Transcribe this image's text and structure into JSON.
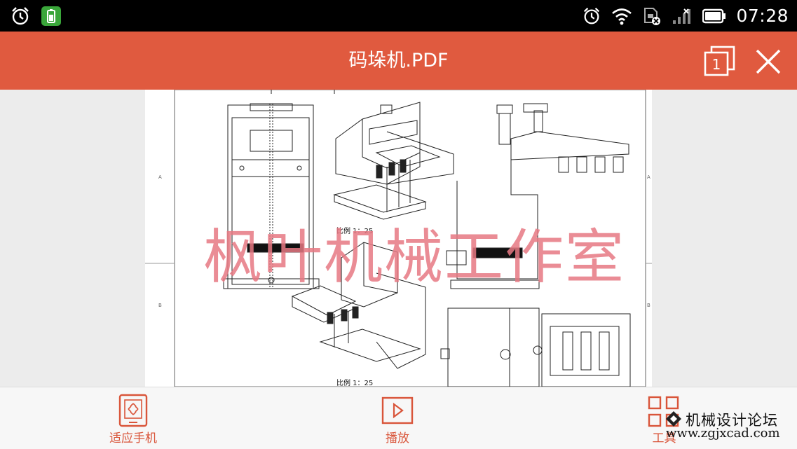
{
  "status_bar": {
    "time": "07:28",
    "left_icons": [
      "alarm-icon",
      "battery-app-icon"
    ],
    "right_icons": [
      "alarm-icon",
      "wifi-icon",
      "sim-card-off-icon",
      "signal-icon",
      "battery-icon"
    ]
  },
  "app_bar": {
    "title": "码垛机.PDF",
    "pages_count": "1",
    "accent": "#e05a3f"
  },
  "document": {
    "scale_label_1": "比例 1：25",
    "scale_label_2": "比例 1：25",
    "row_markers": [
      "A",
      "B"
    ],
    "watermark": "枫叶机械工作室"
  },
  "bottom_bar": {
    "fit_label": "适应手机",
    "play_label": "播放",
    "tools_label": "工具"
  },
  "forum_logo": {
    "name": "机械设计论坛",
    "url": "www.zgjxcad.com"
  }
}
